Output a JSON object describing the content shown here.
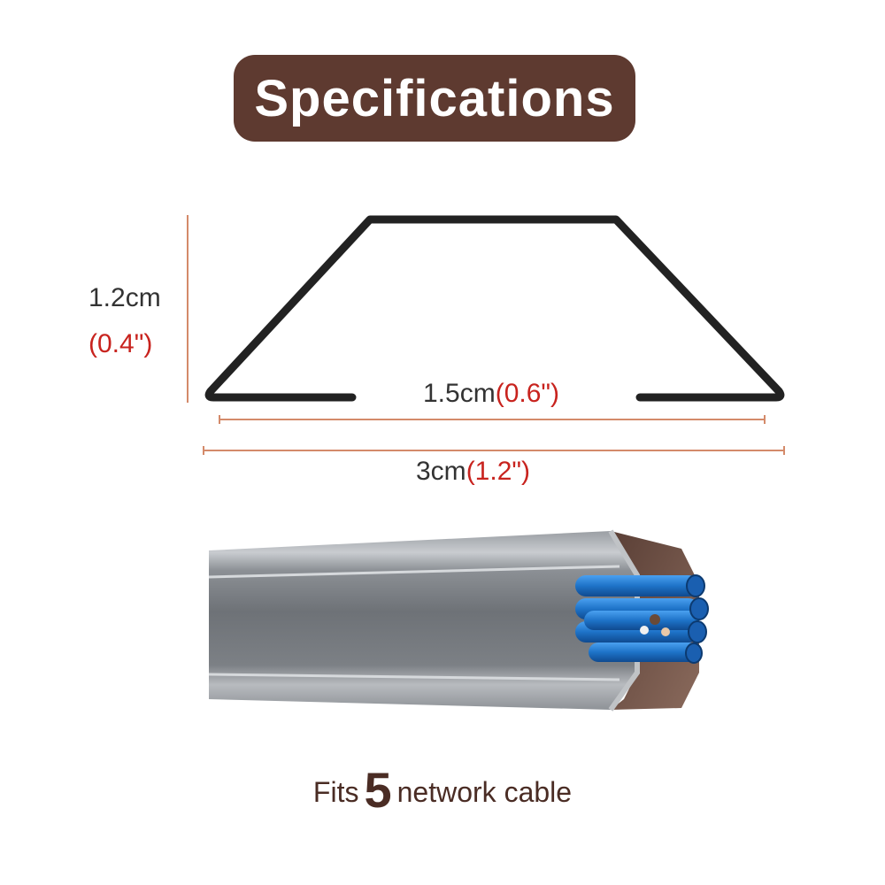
{
  "title": "Specifications",
  "dimensions": {
    "height_cm": "1.2cm",
    "height_in": "(0.4\")",
    "inner_width_cm": "1.5cm",
    "inner_width_in": "(0.6\")",
    "outer_width_cm": "3cm",
    "outer_width_in": "(1.2\")"
  },
  "caption": {
    "prefix": "Fits",
    "number": "5",
    "suffix": "network cable"
  },
  "colors": {
    "badge": "#5e3a30",
    "accent_red": "#c8231e",
    "dimension_line": "#d48a6a",
    "outline": "#222222",
    "cable_blue": "#1e73c8"
  }
}
